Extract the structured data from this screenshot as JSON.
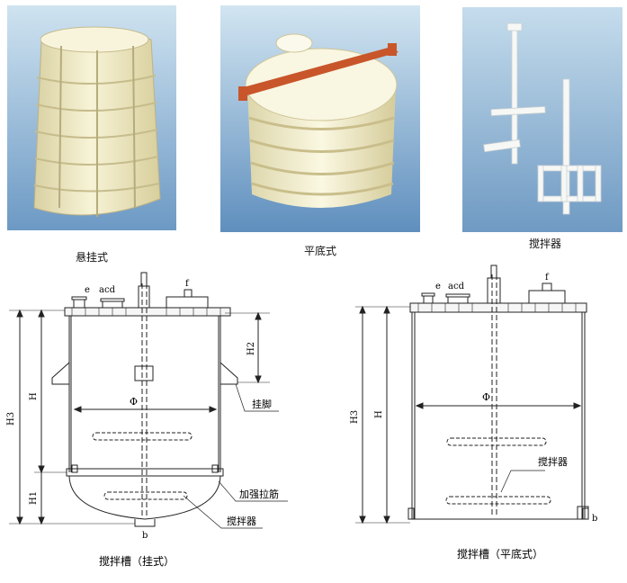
{
  "photos": {
    "hanging": {
      "caption": "悬挂式"
    },
    "flat": {
      "caption": "平底式"
    },
    "agitator": {
      "caption": "搅拌器"
    }
  },
  "drawing_left": {
    "title": "搅拌槽（挂式）",
    "nozzles": {
      "e": "e",
      "acd": "acd",
      "f": "f",
      "b": "b"
    },
    "dims": {
      "H3": "H3",
      "H": "H",
      "H1": "H1",
      "H2": "H2",
      "phi": "Φ"
    },
    "callouts": {
      "leg": "挂脚",
      "rib": "加强拉筋",
      "agitator": "搅拌器"
    }
  },
  "drawing_right": {
    "title": "搅拌槽（平底式）",
    "nozzles": {
      "e": "e",
      "acd": "acd",
      "f": "f",
      "b": "b"
    },
    "dims": {
      "H3": "H3",
      "H": "H",
      "phi": "Φ"
    },
    "callouts": {
      "agitator": "搅拌器"
    }
  },
  "colors": {
    "sky_top": "#c9dfee",
    "sky_bottom": "#6f9cc6",
    "tank": "#f1ecc4",
    "frame": "#c8562a"
  }
}
